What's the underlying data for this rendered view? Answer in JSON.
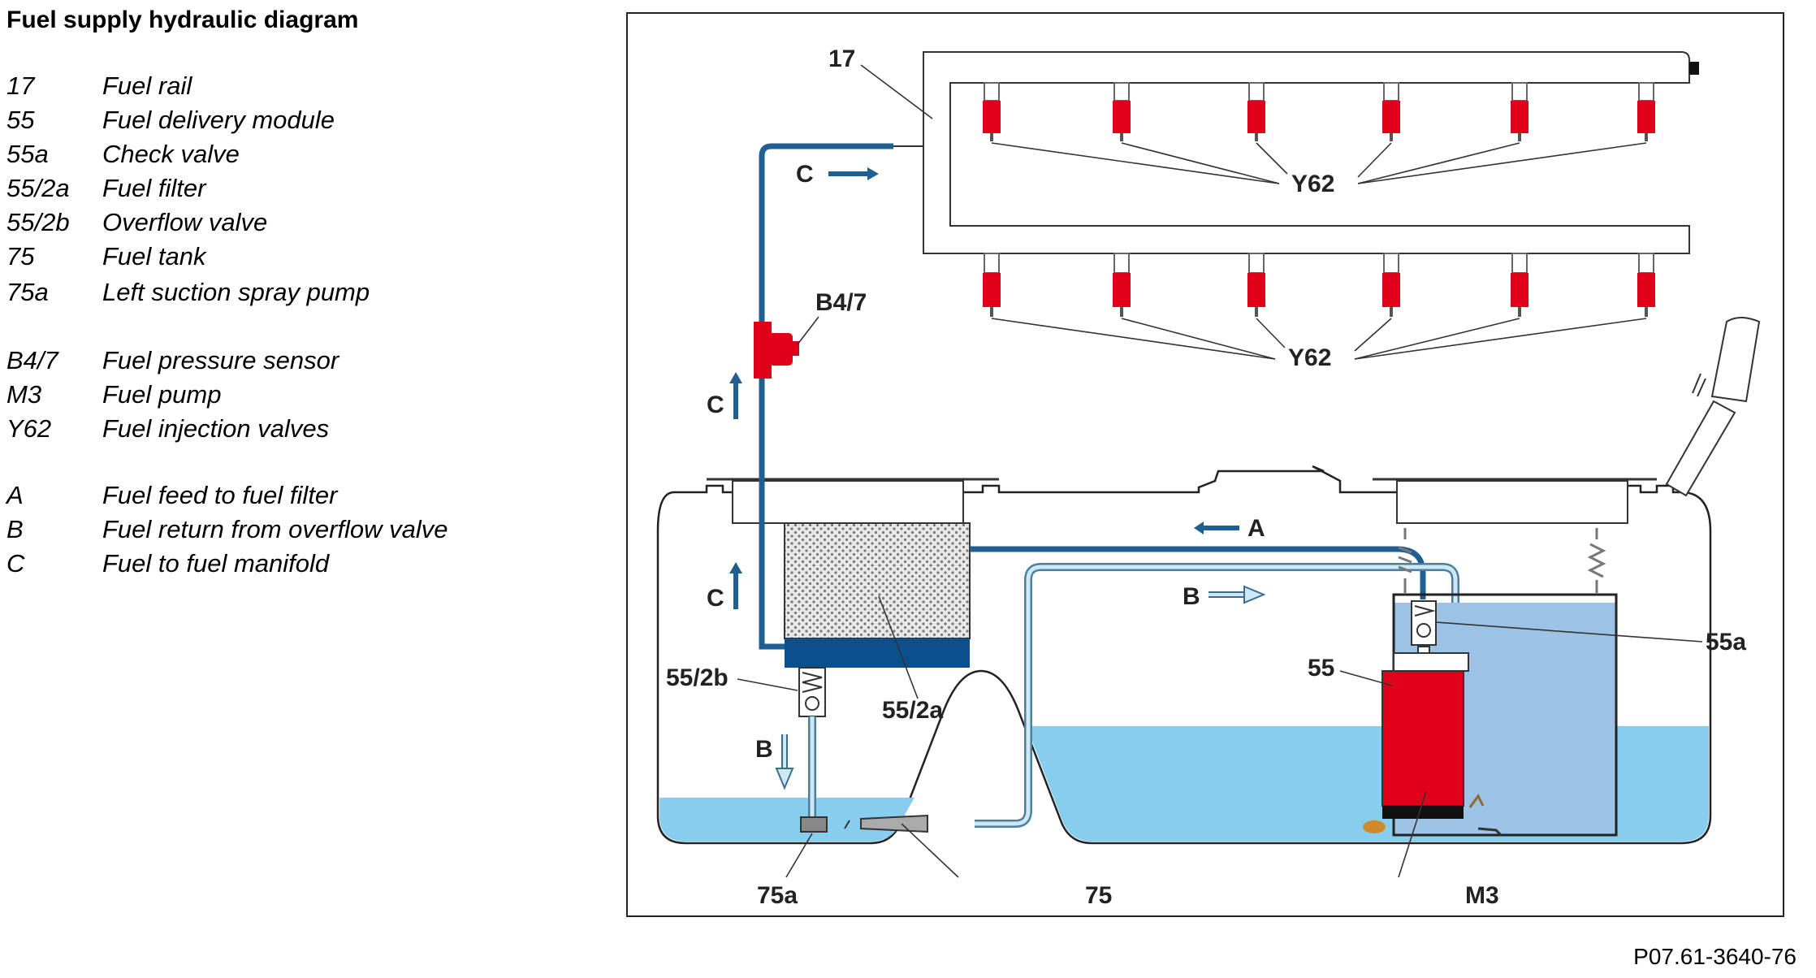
{
  "title": "Fuel supply hydraulic diagram",
  "legend": [
    {
      "code": "17",
      "desc": "Fuel rail"
    },
    {
      "code": "55",
      "desc": "Fuel delivery module"
    },
    {
      "code": "55a",
      "desc": "Check valve"
    },
    {
      "code": "55/2a",
      "desc": "Fuel filter"
    },
    {
      "code": "55/2b",
      "desc": "Overflow valve"
    },
    {
      "code": "75",
      "desc": "Fuel tank"
    },
    {
      "code": "75a",
      "desc": "Left suction spray pump"
    },
    {
      "code": "B4/7",
      "desc": "Fuel pressure sensor"
    },
    {
      "code": "M3",
      "desc": "Fuel pump"
    },
    {
      "code": "Y62",
      "desc": "Fuel injection valves"
    },
    {
      "code": "A",
      "desc": "Fuel feed to fuel filter"
    },
    {
      "code": "B",
      "desc": "Fuel return from overflow valve"
    },
    {
      "code": "C",
      "desc": "Fuel to fuel manifold"
    }
  ],
  "labels": {
    "rail": "17",
    "injectors": "Y62",
    "sensor": "B4/7",
    "flow_a": "A",
    "flow_b": "B",
    "flow_c": "C",
    "overflow_valve": "55/2b",
    "fuel_filter": "55/2a",
    "module": "55",
    "check_valve": "55a",
    "spray_pump": "75a",
    "tank": "75",
    "pump": "M3"
  },
  "colors": {
    "fuel_line": "#1f5f91",
    "return_line": "#8fc4e6",
    "fuel_level": "#87cdee",
    "injector": "#e0001a",
    "filter_base": "#0b4f8c",
    "module_fill": "#9cc3e6"
  },
  "reference": "P07.61-3640-76"
}
